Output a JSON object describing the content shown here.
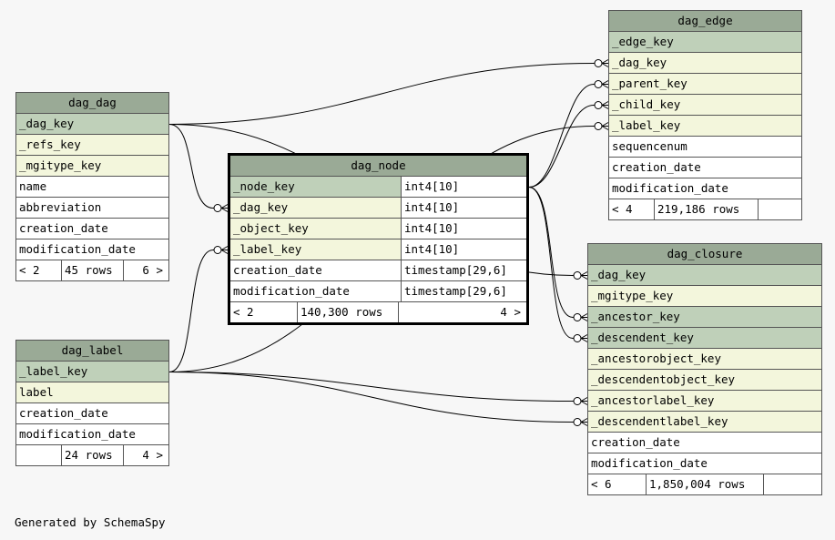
{
  "tables": {
    "dag_dag": {
      "title": "dag_dag",
      "columns": [
        {
          "name": "_dag_key",
          "kind": "pk"
        },
        {
          "name": "_refs_key",
          "kind": "fk"
        },
        {
          "name": "_mgitype_key",
          "kind": "fk"
        },
        {
          "name": "name",
          "kind": "plain"
        },
        {
          "name": "abbreviation",
          "kind": "plain"
        },
        {
          "name": "creation_date",
          "kind": "plain"
        },
        {
          "name": "modification_date",
          "kind": "plain"
        }
      ],
      "footer": {
        "parents": "< 2",
        "rows": "45 rows",
        "children": "6 >"
      }
    },
    "dag_label": {
      "title": "dag_label",
      "columns": [
        {
          "name": "_label_key",
          "kind": "pk"
        },
        {
          "name": "label",
          "kind": "fk"
        },
        {
          "name": "creation_date",
          "kind": "plain"
        },
        {
          "name": "modification_date",
          "kind": "plain"
        }
      ],
      "footer": {
        "parents": "",
        "rows": "24 rows",
        "children": "4 >"
      }
    },
    "dag_node": {
      "title": "dag_node",
      "columns": [
        {
          "name": "_node_key",
          "type": "int4[10]",
          "kind": "pk"
        },
        {
          "name": "_dag_key",
          "type": "int4[10]",
          "kind": "fk"
        },
        {
          "name": "_object_key",
          "type": "int4[10]",
          "kind": "fk"
        },
        {
          "name": "_label_key",
          "type": "int4[10]",
          "kind": "fk"
        },
        {
          "name": "creation_date",
          "type": "timestamp[29,6]",
          "kind": "plain"
        },
        {
          "name": "modification_date",
          "type": "timestamp[29,6]",
          "kind": "plain"
        }
      ],
      "footer": {
        "parents": "< 2",
        "rows": "140,300 rows",
        "children": "4 >"
      }
    },
    "dag_edge": {
      "title": "dag_edge",
      "columns": [
        {
          "name": "_edge_key",
          "kind": "pk"
        },
        {
          "name": "_dag_key",
          "kind": "fk"
        },
        {
          "name": "_parent_key",
          "kind": "fk"
        },
        {
          "name": "_child_key",
          "kind": "fk"
        },
        {
          "name": "_label_key",
          "kind": "fk"
        },
        {
          "name": "sequencenum",
          "kind": "plain"
        },
        {
          "name": "creation_date",
          "kind": "plain"
        },
        {
          "name": "modification_date",
          "kind": "plain"
        }
      ],
      "footer": {
        "parents": "< 4",
        "rows": "219,186 rows",
        "children": ""
      }
    },
    "dag_closure": {
      "title": "dag_closure",
      "columns": [
        {
          "name": "_dag_key",
          "kind": "pk"
        },
        {
          "name": "_mgitype_key",
          "kind": "fk"
        },
        {
          "name": "_ancestor_key",
          "kind": "pk"
        },
        {
          "name": "_descendent_key",
          "kind": "pk"
        },
        {
          "name": "_ancestorobject_key",
          "kind": "fk"
        },
        {
          "name": "_descendentobject_key",
          "kind": "fk"
        },
        {
          "name": "_ancestorlabel_key",
          "kind": "fk"
        },
        {
          "name": "_descendentlabel_key",
          "kind": "fk"
        },
        {
          "name": "creation_date",
          "kind": "plain"
        },
        {
          "name": "modification_date",
          "kind": "plain"
        }
      ],
      "footer": {
        "parents": "< 6",
        "rows": "1,850,004 rows",
        "children": ""
      }
    }
  },
  "relationships": [
    {
      "from": "dag_dag._dag_key",
      "to": "dag_node._dag_key"
    },
    {
      "from": "dag_dag._dag_key",
      "to": "dag_edge._dag_key"
    },
    {
      "from": "dag_dag._dag_key",
      "to": "dag_closure._dag_key"
    },
    {
      "from": "dag_label._label_key",
      "to": "dag_node._label_key"
    },
    {
      "from": "dag_label._label_key",
      "to": "dag_edge._label_key"
    },
    {
      "from": "dag_label._label_key",
      "to": "dag_closure._ancestorlabel_key"
    },
    {
      "from": "dag_label._label_key",
      "to": "dag_closure._descendentlabel_key"
    },
    {
      "from": "dag_node._node_key",
      "to": "dag_edge._parent_key"
    },
    {
      "from": "dag_node._node_key",
      "to": "dag_edge._child_key"
    },
    {
      "from": "dag_node._node_key",
      "to": "dag_closure._ancestor_key"
    },
    {
      "from": "dag_node._node_key",
      "to": "dag_closure._descendent_key"
    }
  ],
  "footer_note": "Generated by SchemaSpy"
}
